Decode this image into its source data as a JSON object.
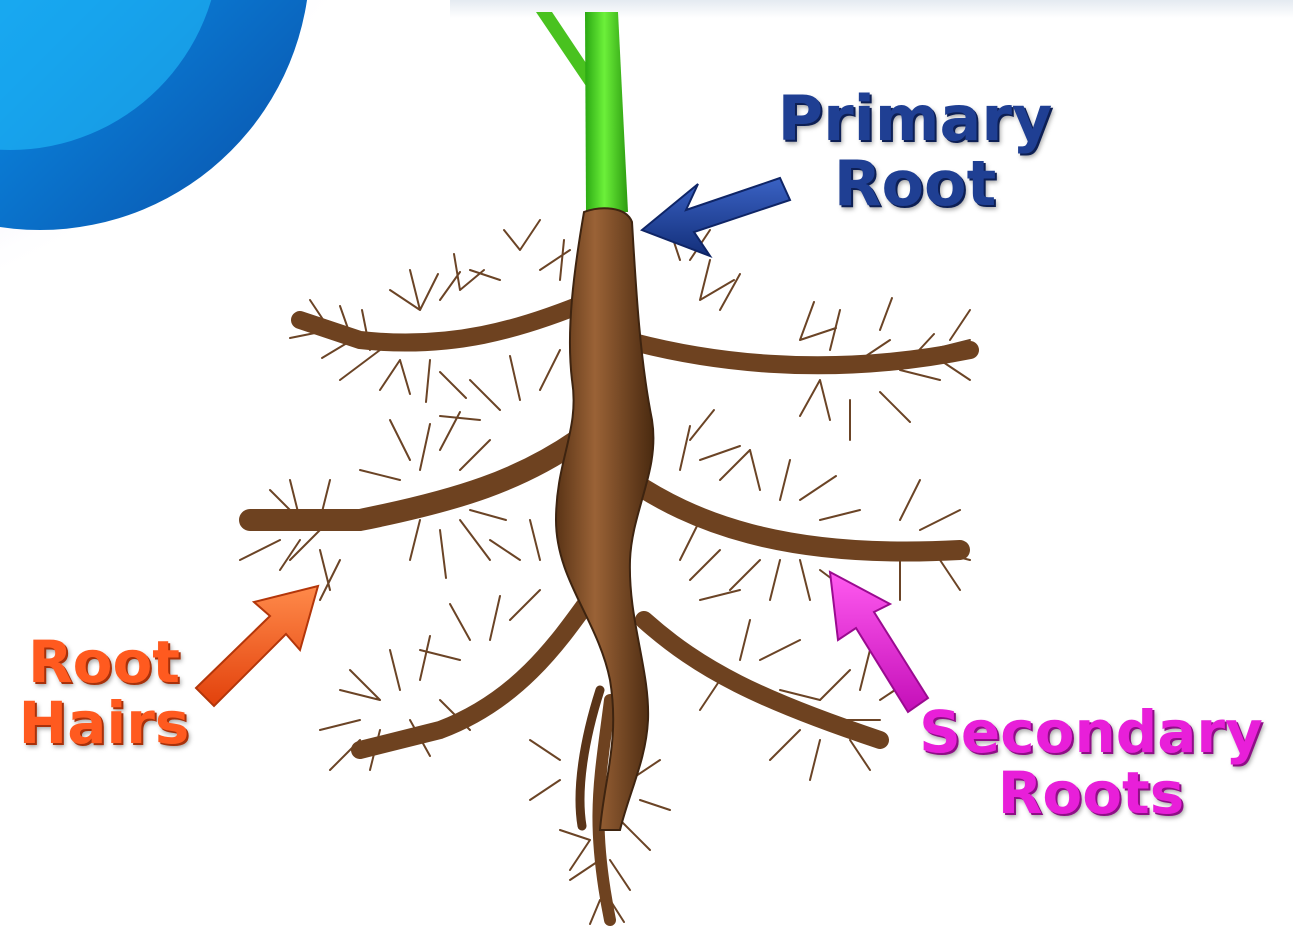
{
  "labels": {
    "primary_root": [
      "Primary",
      "Root"
    ],
    "root_hairs": [
      "Root",
      "Hairs"
    ],
    "secondary_roots": [
      "Secondary",
      "Roots"
    ]
  },
  "colors": {
    "primary_root_label": "#1f3f93",
    "root_hairs_label": "#ff5a1f",
    "secondary_roots_label": "#e81fd9",
    "root_brown": "#6b3f1f",
    "stem_green": "#3fcf1e"
  }
}
